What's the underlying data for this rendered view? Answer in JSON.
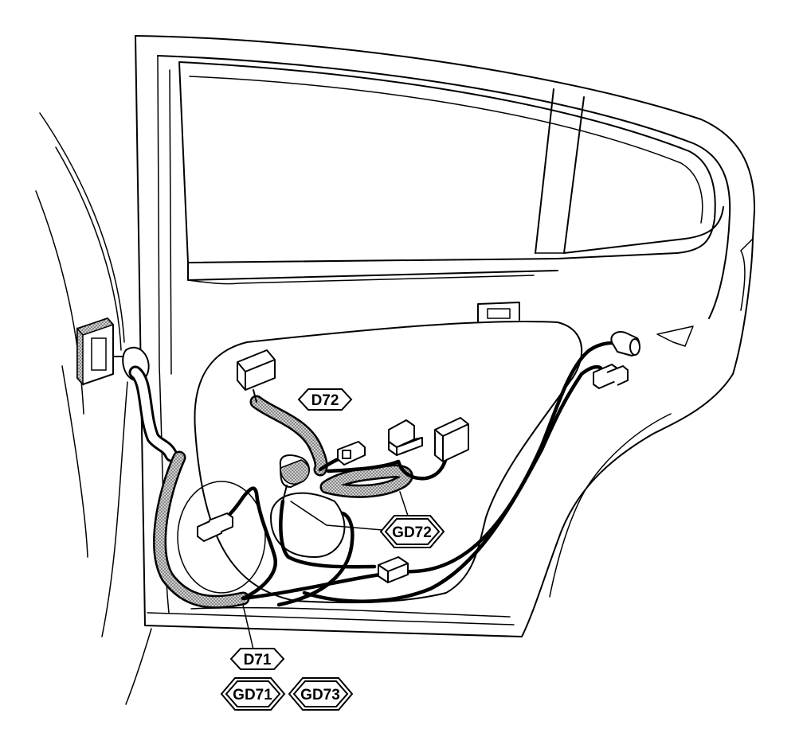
{
  "connector_labels": [
    {
      "id": "d72",
      "text": "D72",
      "style": "single"
    },
    {
      "id": "gd72",
      "text": "GD72",
      "style": "double"
    },
    {
      "id": "d71",
      "text": "D71",
      "style": "single"
    },
    {
      "id": "gd71",
      "text": "GD71",
      "style": "double"
    },
    {
      "id": "gd73",
      "text": "GD73",
      "style": "double"
    }
  ],
  "colors": {
    "line": "#000000",
    "background": "#ffffff",
    "sleeve_fill": "#9a9a9a"
  }
}
